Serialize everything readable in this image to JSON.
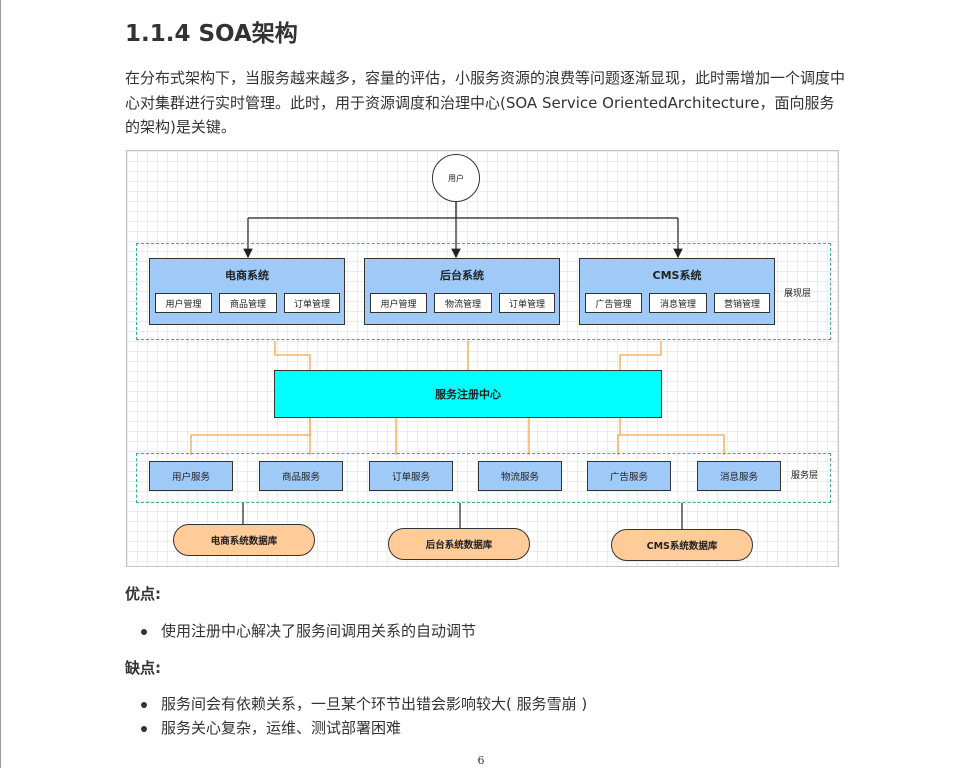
{
  "heading": "1.1.4 SOA架构",
  "intro": "在分布式架构下，当服务越来越多，容量的评估，小服务资源的浪费等问题逐渐显现，此时需增加一个调度中心对集群进行实时管理。此时，用于资源调度和治理中心(SOA Service OrientedArchitecture，面向服务的架构)是关键。",
  "diagram": {
    "user": "用户",
    "presentation_label": "展现层",
    "service_label": "服务层",
    "registry": "服务注册中心",
    "systems": [
      {
        "title": "电商系统",
        "modules": [
          "用户管理",
          "商品管理",
          "订单管理"
        ]
      },
      {
        "title": "后台系统",
        "modules": [
          "用户管理",
          "物流管理",
          "订单管理"
        ]
      },
      {
        "title": "CMS系统",
        "modules": [
          "广告管理",
          "消息管理",
          "营销管理"
        ]
      }
    ],
    "services": [
      "用户服务",
      "商品服务",
      "订单服务",
      "物流服务",
      "广告服务",
      "消息服务"
    ],
    "databases": [
      "电商系统数据库",
      "后台系统数据库",
      "CMS系统数据库"
    ],
    "colors": {
      "system_fill": "#9fc9f7",
      "registry_fill": "#00ffff",
      "db_fill": "#ffcc99",
      "connector": "#f5a54a",
      "dashed": "#3aa7a0"
    }
  },
  "pros": {
    "heading": "优点:",
    "items": [
      "使用注册中心解决了服务间调用关系的自动调节"
    ]
  },
  "cons": {
    "heading": "缺点:",
    "items": [
      "服务间会有依赖关系，一旦某个环节出错会影响较大( 服务雪崩 )",
      "服务关心复杂，运维、测试部署困难"
    ]
  },
  "page_number": "6"
}
